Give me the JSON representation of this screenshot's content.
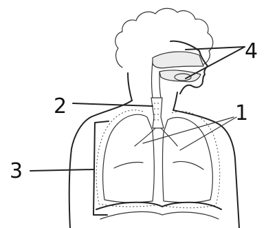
{
  "diagram": {
    "labels": {
      "one": "1",
      "two": "2",
      "three": "3",
      "four": "4"
    }
  }
}
